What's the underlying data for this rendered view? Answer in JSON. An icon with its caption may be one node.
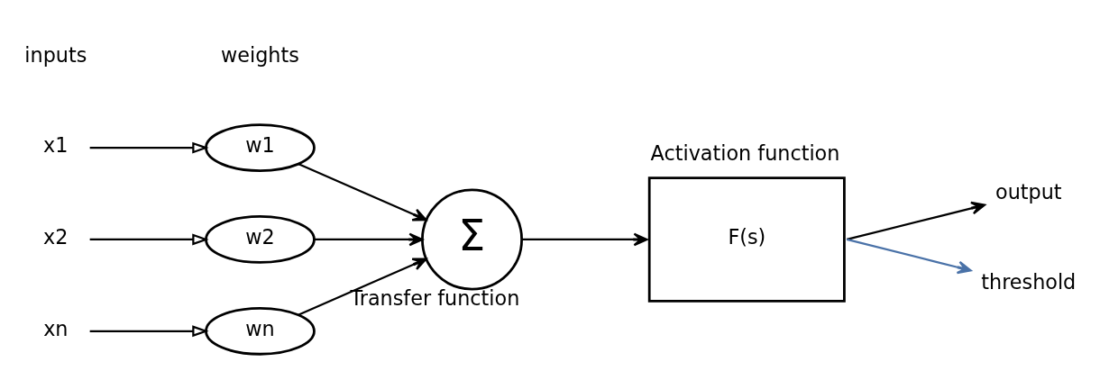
{
  "diagram": {
    "nodes": [
      {
        "text": [
          "x1"
        ]
      },
      {
        "text": [
          "x2"
        ]
      },
      {
        "text": [
          "xn"
        ]
      },
      {
        "text": [
          "w1"
        ]
      },
      {
        "text": [
          "w2"
        ]
      },
      {
        "text": [
          "wn"
        ]
      },
      {
        "text": [
          "Σ"
        ],
        "beside": [
          "Transfer function"
        ]
      },
      {
        "text": [
          "Activation function",
          "F(s)"
        ]
      },
      {
        "text": [
          "output"
        ]
      },
      {
        "text": [
          "threshold"
        ]
      }
    ],
    "edges": [
      {
        "from": 0,
        "to": 3,
        "arrow": "to"
      },
      {
        "from": 1,
        "to": 4,
        "arrow": "to"
      },
      {
        "from": 2,
        "to": 5,
        "arrow": "to"
      },
      {
        "from": 3,
        "to": 6,
        "arrow": "to"
      },
      {
        "from": 4,
        "to": 6,
        "arrow": "to"
      },
      {
        "from": 5,
        "to": 6,
        "arrow": "to"
      },
      {
        "from": 6,
        "to": 7,
        "arrow": "to"
      },
      {
        "from": 7,
        "to": 8,
        "arrow": "to"
      },
      {
        "from": 7,
        "to": 9,
        "arrow": "to",
        "color": "#4a72a8"
      }
    ],
    "labels": [
      "inputs",
      "weights"
    ]
  }
}
